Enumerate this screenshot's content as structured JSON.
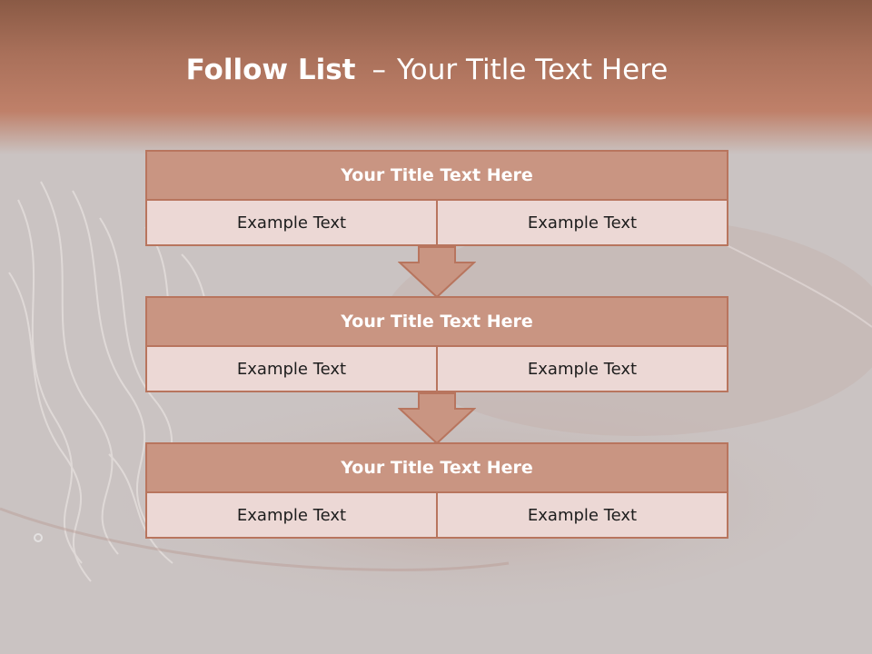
{
  "slide": {
    "title_bold": "Follow List",
    "title_dash": "–",
    "title_rest": "Your Title Text Here"
  },
  "blocks": [
    {
      "title": "Your Title Text Here",
      "left": "Example Text",
      "right": "Example Text"
    },
    {
      "title": "Your Title Text Here",
      "left": "Example Text",
      "right": "Example Text"
    },
    {
      "title": "Your Title Text Here",
      "left": "Example Text",
      "right": "Example Text"
    }
  ],
  "colors": {
    "header": "#b8755e",
    "block_title_fill": "#c99582",
    "cell_fill": "#ecd8d5",
    "border": "#b8755e",
    "background": "#cac3c2"
  },
  "icons": [
    "down-arrow-icon",
    "down-arrow-icon"
  ]
}
